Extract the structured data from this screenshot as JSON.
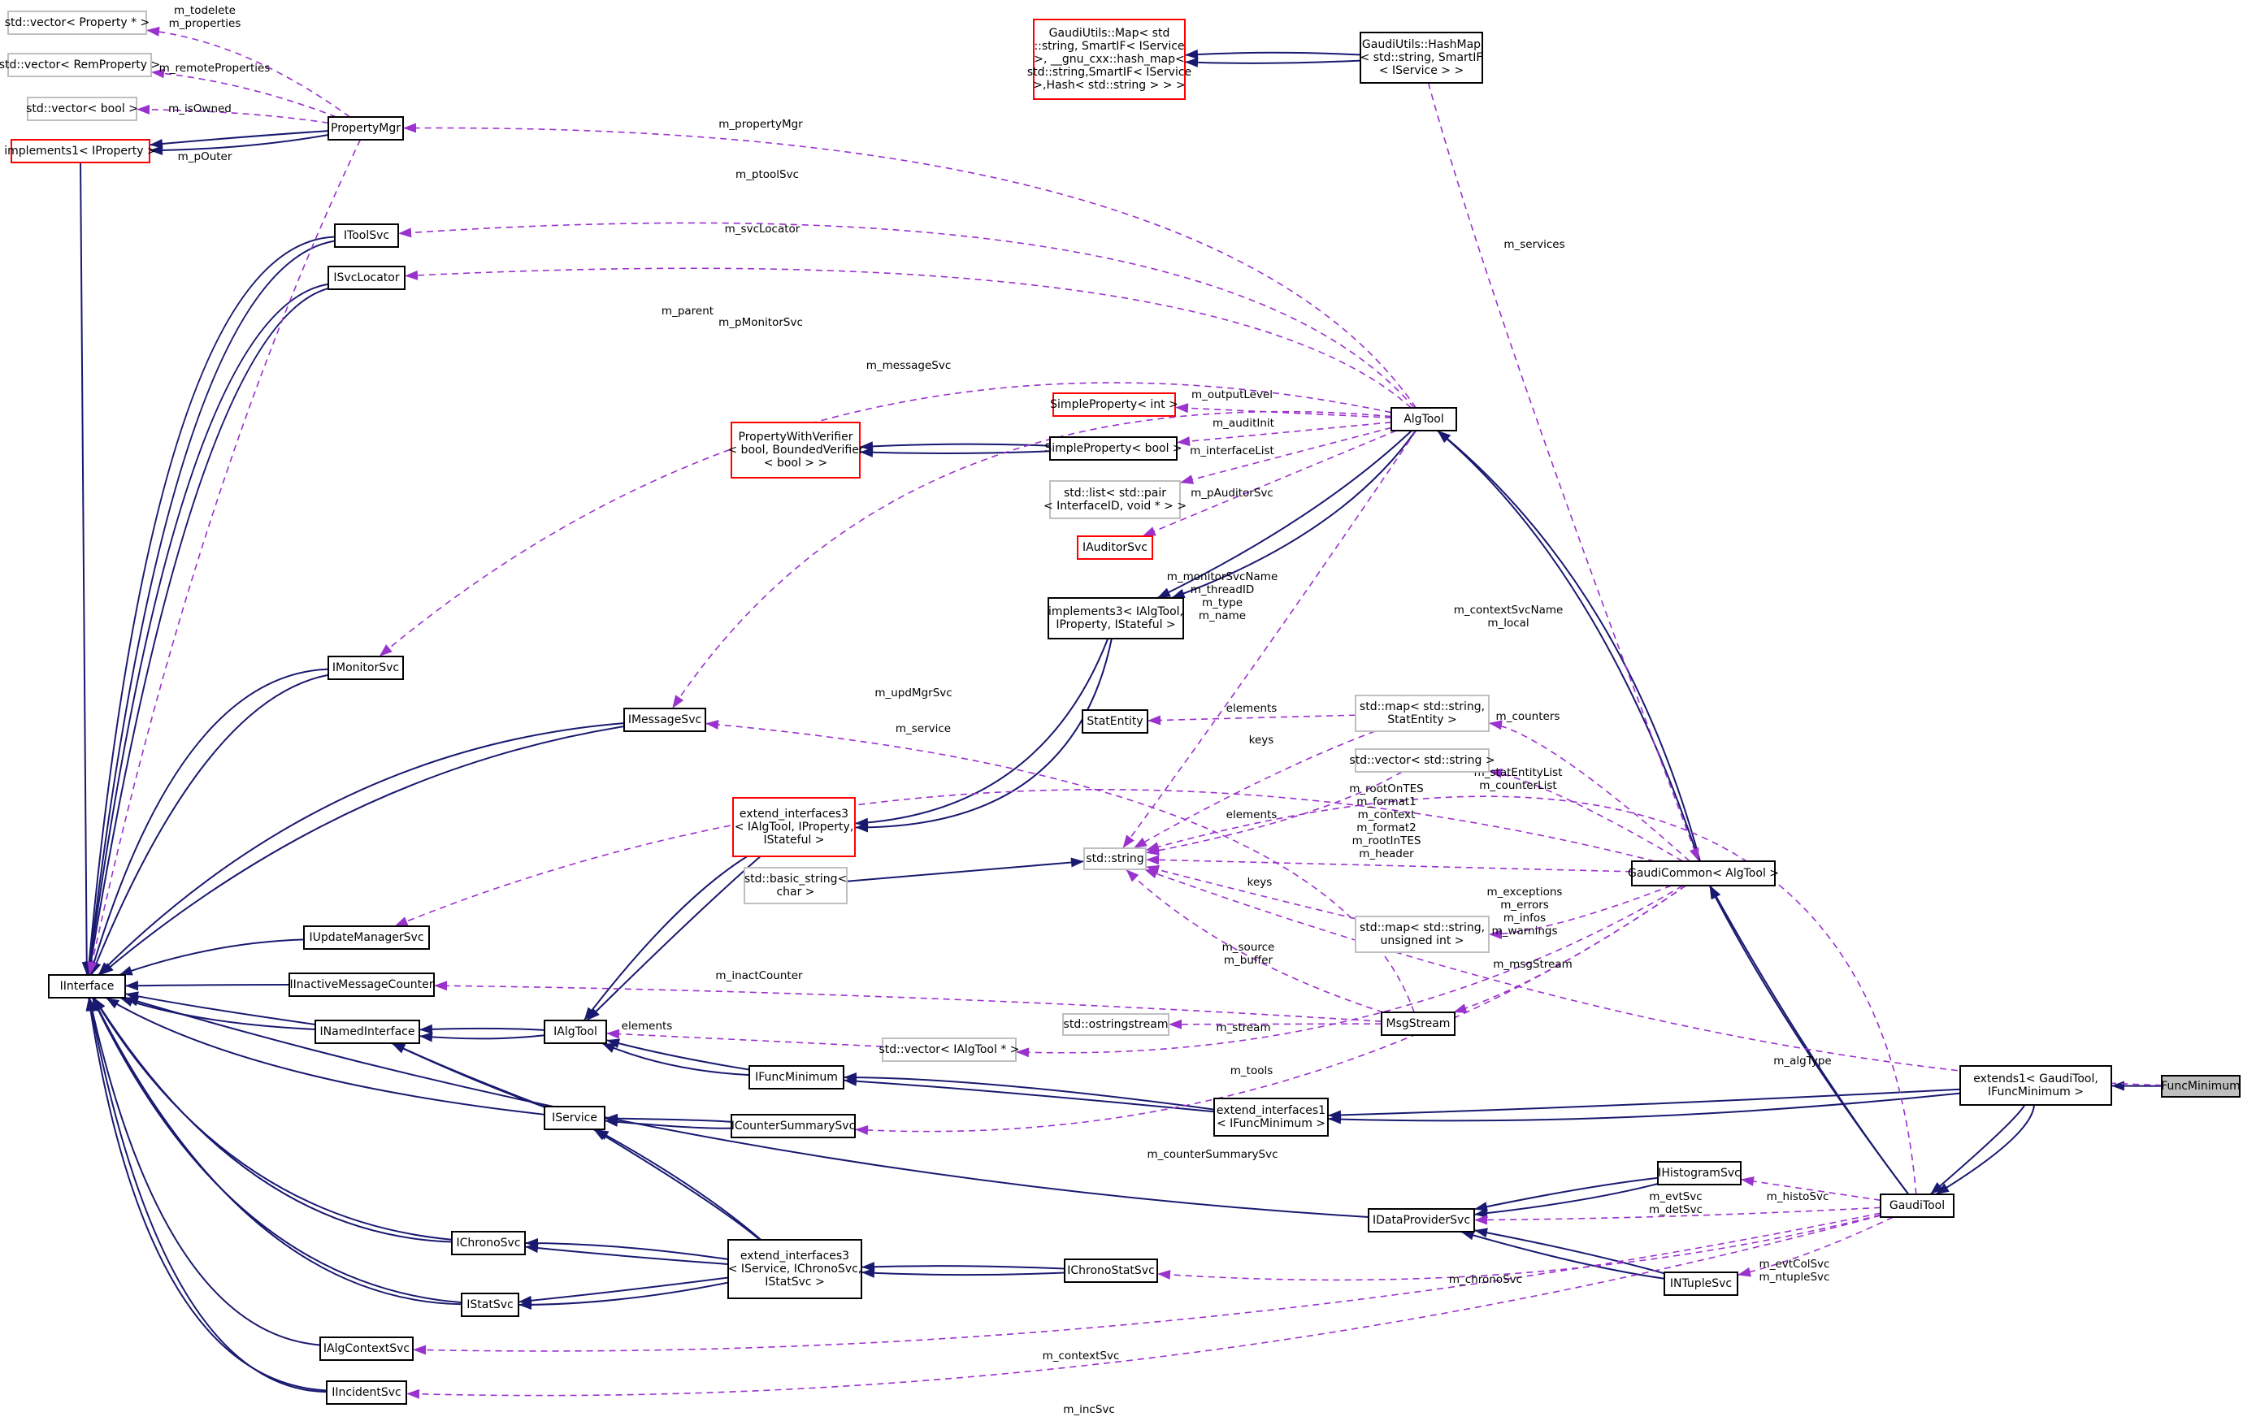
{
  "nodes": [
    {
      "id": "funcmin",
      "lines": [
        "FuncMinimum"
      ],
      "style": "highlight"
    },
    {
      "id": "extends1",
      "lines": [
        "extends1< GaudiTool,",
        "IFuncMinimum >"
      ],
      "style": "normal"
    },
    {
      "id": "gauditool",
      "lines": [
        "GaudiTool"
      ],
      "style": "normal"
    },
    {
      "id": "gaudicommon",
      "lines": [
        "GaudiCommon< AlgTool >"
      ],
      "style": "normal"
    },
    {
      "id": "algtool",
      "lines": [
        "AlgTool"
      ],
      "style": "normal"
    },
    {
      "id": "impl3",
      "lines": [
        "implements3< IAlgTool,",
        "IProperty, IStateful >"
      ],
      "style": "normal"
    },
    {
      "id": "extif3a",
      "lines": [
        "extend_interfaces3",
        "< IAlgTool, IProperty,",
        "IStateful >"
      ],
      "style": "red"
    },
    {
      "id": "ialgtool",
      "lines": [
        "IAlgTool"
      ],
      "style": "normal"
    },
    {
      "id": "inamed",
      "lines": [
        "INamedInterface"
      ],
      "style": "normal"
    },
    {
      "id": "iinterface",
      "lines": [
        "IInterface"
      ],
      "style": "normal"
    },
    {
      "id": "propmgr",
      "lines": [
        "PropertyMgr"
      ],
      "style": "normal"
    },
    {
      "id": "vecprop",
      "lines": [
        "std::vector< Property * >"
      ],
      "style": "gray"
    },
    {
      "id": "vecrem",
      "lines": [
        "std::vector< RemProperty >"
      ],
      "style": "gray"
    },
    {
      "id": "vecbool",
      "lines": [
        "std::vector< bool >"
      ],
      "style": "gray"
    },
    {
      "id": "impl1",
      "lines": [
        "implements1< IProperty >"
      ],
      "style": "red"
    },
    {
      "id": "itoolsvc",
      "lines": [
        "IToolSvc"
      ],
      "style": "normal"
    },
    {
      "id": "isvcloc",
      "lines": [
        "ISvcLocator"
      ],
      "style": "normal"
    },
    {
      "id": "imonsvc",
      "lines": [
        "IMonitorSvc"
      ],
      "style": "normal"
    },
    {
      "id": "imsgsvc",
      "lines": [
        "IMessageSvc"
      ],
      "style": "normal"
    },
    {
      "id": "iupdmgr",
      "lines": [
        "IUpdateManagerSvc"
      ],
      "style": "normal"
    },
    {
      "id": "iinact",
      "lines": [
        "IInactiveMessageCounter"
      ],
      "style": "normal"
    },
    {
      "id": "iservice",
      "lines": [
        "IService"
      ],
      "style": "normal"
    },
    {
      "id": "ichrono",
      "lines": [
        "IChronoSvc"
      ],
      "style": "normal"
    },
    {
      "id": "istat",
      "lines": [
        "IStatSvc"
      ],
      "style": "normal"
    },
    {
      "id": "ialgctx",
      "lines": [
        "IAlgContextSvc"
      ],
      "style": "normal"
    },
    {
      "id": "iincident",
      "lines": [
        "IIncidentSvc"
      ],
      "style": "normal"
    },
    {
      "id": "gmap",
      "lines": [
        "GaudiUtils::Map< std",
        "::string, SmartIF< IService",
        ">, __gnu_cxx::hash_map<",
        "std::string,SmartIF< IService",
        ">,Hash< std::string > > >"
      ],
      "style": "red"
    },
    {
      "id": "ghash",
      "lines": [
        "GaudiUtils::HashMap",
        "< std::string, SmartIF",
        "< IService > >"
      ],
      "style": "normal"
    },
    {
      "id": "simpint",
      "lines": [
        "SimpleProperty< int >"
      ],
      "style": "red"
    },
    {
      "id": "propver",
      "lines": [
        "PropertyWithVerifier",
        "< bool, BoundedVerifier",
        "< bool > >"
      ],
      "style": "red"
    },
    {
      "id": "simpbool",
      "lines": [
        "SimpleProperty< bool >"
      ],
      "style": "normal"
    },
    {
      "id": "listpair",
      "lines": [
        "std::list< std::pair",
        "< InterfaceID, void * > >"
      ],
      "style": "gray"
    },
    {
      "id": "iauditor",
      "lines": [
        "IAuditorSvc"
      ],
      "style": "red"
    },
    {
      "id": "statentity",
      "lines": [
        "StatEntity"
      ],
      "style": "normal"
    },
    {
      "id": "mapstat",
      "lines": [
        "std::map< std::string,",
        "StatEntity >"
      ],
      "style": "gray"
    },
    {
      "id": "vecstr",
      "lines": [
        "std::vector< std::string >"
      ],
      "style": "gray"
    },
    {
      "id": "stdstring",
      "lines": [
        "std::string"
      ],
      "style": "gray"
    },
    {
      "id": "basicstr",
      "lines": [
        "std::basic_string<",
        "char >"
      ],
      "style": "gray"
    },
    {
      "id": "mapuint",
      "lines": [
        "std::map< std::string,",
        "unsigned int >"
      ],
      "style": "gray"
    },
    {
      "id": "ostream",
      "lines": [
        "std::ostringstream"
      ],
      "style": "gray"
    },
    {
      "id": "msgstream",
      "lines": [
        "MsgStream"
      ],
      "style": "normal"
    },
    {
      "id": "vecalg",
      "lines": [
        "std::vector< IAlgTool * >"
      ],
      "style": "gray"
    },
    {
      "id": "ifuncmin",
      "lines": [
        "IFuncMinimum"
      ],
      "style": "normal"
    },
    {
      "id": "extif1",
      "lines": [
        "extend_interfaces1",
        "< IFuncMinimum >"
      ],
      "style": "normal"
    },
    {
      "id": "icounter",
      "lines": [
        "ICounterSummarySvc"
      ],
      "style": "normal"
    },
    {
      "id": "idataprov",
      "lines": [
        "IDataProviderSvc"
      ],
      "style": "normal"
    },
    {
      "id": "ihisto",
      "lines": [
        "IHistogramSvc"
      ],
      "style": "normal"
    },
    {
      "id": "intuple",
      "lines": [
        "INTupleSvc"
      ],
      "style": "normal"
    },
    {
      "id": "ichronostat",
      "lines": [
        "IChronoStatSvc"
      ],
      "style": "normal"
    },
    {
      "id": "extif3b",
      "lines": [
        "extend_interfaces3",
        "< IService, IChronoSvc,",
        "IStatSvc >"
      ],
      "style": "normal"
    }
  ],
  "edge_labels": [
    {
      "id": "m_todelete",
      "lines": [
        "m_todelete",
        "m_properties"
      ]
    },
    {
      "id": "m_remote",
      "lines": [
        "m_remoteProperties"
      ]
    },
    {
      "id": "m_isowned",
      "lines": [
        "m_isOwned"
      ]
    },
    {
      "id": "m_pouter",
      "lines": [
        "m_pOuter"
      ]
    },
    {
      "id": "m_propmgr",
      "lines": [
        "m_propertyMgr"
      ]
    },
    {
      "id": "m_ptoolsvc",
      "lines": [
        "m_ptoolSvc"
      ]
    },
    {
      "id": "m_svcloc",
      "lines": [
        "m_svcLocator"
      ]
    },
    {
      "id": "m_parent",
      "lines": [
        "m_parent"
      ]
    },
    {
      "id": "m_pmon",
      "lines": [
        "m_pMonitorSvc"
      ]
    },
    {
      "id": "m_msgsvc",
      "lines": [
        "m_messageSvc"
      ]
    },
    {
      "id": "m_services",
      "lines": [
        "m_services"
      ]
    },
    {
      "id": "m_outlevel",
      "lines": [
        "m_outputLevel"
      ]
    },
    {
      "id": "m_auditinit",
      "lines": [
        "m_auditInit"
      ]
    },
    {
      "id": "m_iflist",
      "lines": [
        "m_interfaceList"
      ]
    },
    {
      "id": "m_paudit",
      "lines": [
        "m_pAuditorSvc"
      ]
    },
    {
      "id": "m_monname",
      "lines": [
        "m_monitorSvcName",
        "m_threadID",
        "m_type",
        "m_name"
      ]
    },
    {
      "id": "m_ctxname",
      "lines": [
        "m_contextSvcName",
        "m_local"
      ]
    },
    {
      "id": "m_updmgr",
      "lines": [
        "m_updMgrSvc"
      ]
    },
    {
      "id": "elements1",
      "lines": [
        "elements"
      ]
    },
    {
      "id": "m_counters",
      "lines": [
        "m_counters"
      ]
    },
    {
      "id": "m_service",
      "lines": [
        "m_service"
      ]
    },
    {
      "id": "keys1",
      "lines": [
        "keys"
      ]
    },
    {
      "id": "m_statlist",
      "lines": [
        "m_statEntityList",
        "m_counterList"
      ]
    },
    {
      "id": "m_roots",
      "lines": [
        "m_rootOnTES",
        "m_format1",
        "m_context",
        "m_format2",
        "m_rootInTES",
        "m_header"
      ]
    },
    {
      "id": "elements2",
      "lines": [
        "elements"
      ]
    },
    {
      "id": "keys2",
      "lines": [
        "keys"
      ]
    },
    {
      "id": "m_exceptions",
      "lines": [
        "m_exceptions",
        "m_errors",
        "m_infos",
        "m_warnings"
      ]
    },
    {
      "id": "m_source",
      "lines": [
        "m_source",
        "m_buffer"
      ]
    },
    {
      "id": "m_msgstream",
      "lines": [
        "m_msgStream"
      ]
    },
    {
      "id": "m_inact",
      "lines": [
        "m_inactCounter"
      ]
    },
    {
      "id": "elements3",
      "lines": [
        "elements"
      ]
    },
    {
      "id": "m_stream",
      "lines": [
        "m_stream"
      ]
    },
    {
      "id": "m_tools",
      "lines": [
        "m_tools"
      ]
    },
    {
      "id": "m_algtype",
      "lines": [
        "m_algType"
      ]
    },
    {
      "id": "m_countsum",
      "lines": [
        "m_counterSummarySvc"
      ]
    },
    {
      "id": "m_histosvc",
      "lines": [
        "m_histoSvc"
      ]
    },
    {
      "id": "m_evtsvc",
      "lines": [
        "m_evtSvc",
        "m_detSvc"
      ]
    },
    {
      "id": "m_evtcol",
      "lines": [
        "m_evtColSvc",
        "m_ntupleSvc"
      ]
    },
    {
      "id": "m_chrono",
      "lines": [
        "m_chronoSvc"
      ]
    },
    {
      "id": "m_ctxsvc",
      "lines": [
        "m_contextSvc"
      ]
    },
    {
      "id": "m_incsvc",
      "lines": [
        "m_incSvc"
      ]
    }
  ]
}
